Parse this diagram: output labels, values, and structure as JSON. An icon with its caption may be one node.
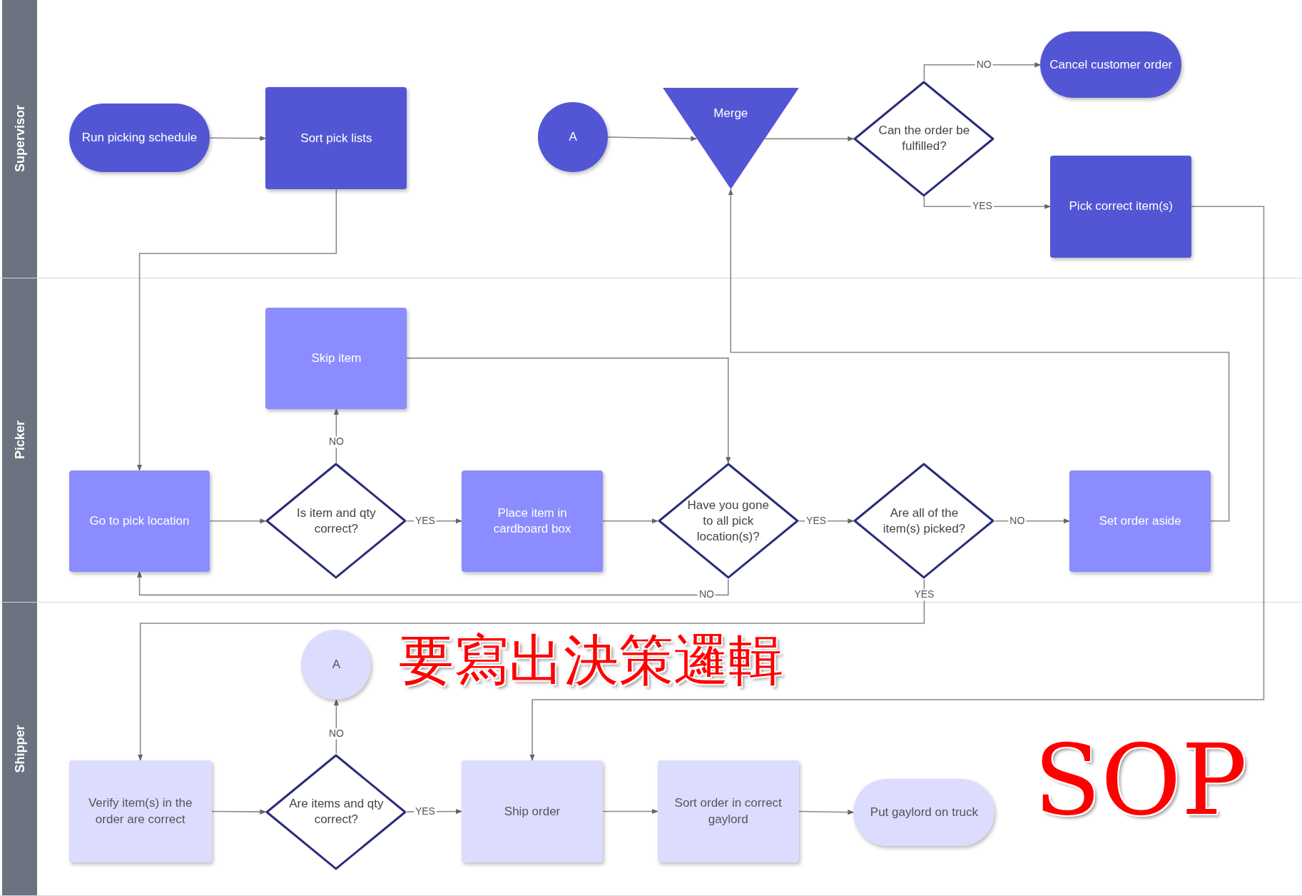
{
  "diagram": {
    "nodes": [
      {
        "text": [
          "Supervisor"
        ]
      },
      {
        "text": [
          "Picker"
        ]
      },
      {
        "text": [
          "Shipper"
        ]
      },
      {
        "text": [
          "Run picking schedule"
        ],
        "in": 0
      },
      {
        "text": [
          "Sort pick lists"
        ],
        "in": 0
      },
      {
        "text": [
          "A"
        ],
        "in": 0
      },
      {
        "text": [
          "Merge"
        ],
        "in": 0
      },
      {
        "text": [
          "Can the order be fulfilled?"
        ],
        "in": 0
      },
      {
        "text": [
          "Cancel customer order"
        ],
        "in": 0
      },
      {
        "text": [
          "Pick correct item(s)"
        ],
        "in": 0
      },
      {
        "text": [
          "Skip item"
        ],
        "in": 1
      },
      {
        "text": [
          "Go to pick location"
        ],
        "in": 1
      },
      {
        "text": [
          "Is item and qty correct?"
        ],
        "in": 1
      },
      {
        "text": [
          "Place item in cardboard box"
        ],
        "in": 1
      },
      {
        "text": [
          "Have you gone to all pick location(s)?"
        ],
        "in": 1
      },
      {
        "text": [
          "Are all of the item(s) picked?"
        ],
        "in": 1
      },
      {
        "text": [
          "Set order aside"
        ],
        "in": 1
      },
      {
        "text": [
          "A"
        ],
        "in": 2
      },
      {
        "text": [
          "Verify item(s) in the order are correct"
        ],
        "in": 2
      },
      {
        "text": [
          "Are items and qty correct?"
        ],
        "in": 2
      },
      {
        "text": [
          "Ship order"
        ],
        "in": 2
      },
      {
        "text": [
          "Sort order in correct gaylord"
        ],
        "in": 2
      },
      {
        "text": [
          "Put gaylord on truck"
        ],
        "in": 2
      }
    ],
    "edges": [
      {
        "from": 3,
        "to": 4,
        "arrow": "to"
      },
      {
        "from": 4,
        "to": 11,
        "arrow": "to"
      },
      {
        "from": 5,
        "to": 6,
        "arrow": "to"
      },
      {
        "from": 6,
        "to": 7,
        "arrow": "to"
      },
      {
        "from": 7,
        "to": 8,
        "arrow": "to",
        "label": "NO"
      },
      {
        "from": 7,
        "to": 9,
        "arrow": "to",
        "label": "YES"
      },
      {
        "from": 9,
        "to": 20,
        "arrow": "to"
      },
      {
        "from": 11,
        "to": 12,
        "arrow": "to"
      },
      {
        "from": 12,
        "to": 10,
        "arrow": "to",
        "label": "NO"
      },
      {
        "from": 12,
        "to": 13,
        "arrow": "to",
        "label": "YES"
      },
      {
        "from": 10,
        "to": 14,
        "arrow": "to"
      },
      {
        "from": 13,
        "to": 14,
        "arrow": "to"
      },
      {
        "from": 14,
        "to": 15,
        "arrow": "to",
        "label": "YES"
      },
      {
        "from": 14,
        "to": 11,
        "arrow": "to",
        "label": "NO"
      },
      {
        "from": 15,
        "to": 16,
        "arrow": "to",
        "label": "NO"
      },
      {
        "from": 15,
        "to": 18,
        "arrow": "to",
        "label": "YES"
      },
      {
        "from": 16,
        "to": 6,
        "arrow": "to"
      },
      {
        "from": 18,
        "to": 19,
        "arrow": "to"
      },
      {
        "from": 19,
        "to": 17,
        "arrow": "to",
        "label": "NO"
      },
      {
        "from": 19,
        "to": 20,
        "arrow": "to",
        "label": "YES"
      },
      {
        "from": 20,
        "to": 21,
        "arrow": "to"
      },
      {
        "from": 21,
        "to": 22,
        "arrow": "to"
      }
    ],
    "labels": [
      "SOP",
      "要寫出決策邏輯"
    ]
  }
}
